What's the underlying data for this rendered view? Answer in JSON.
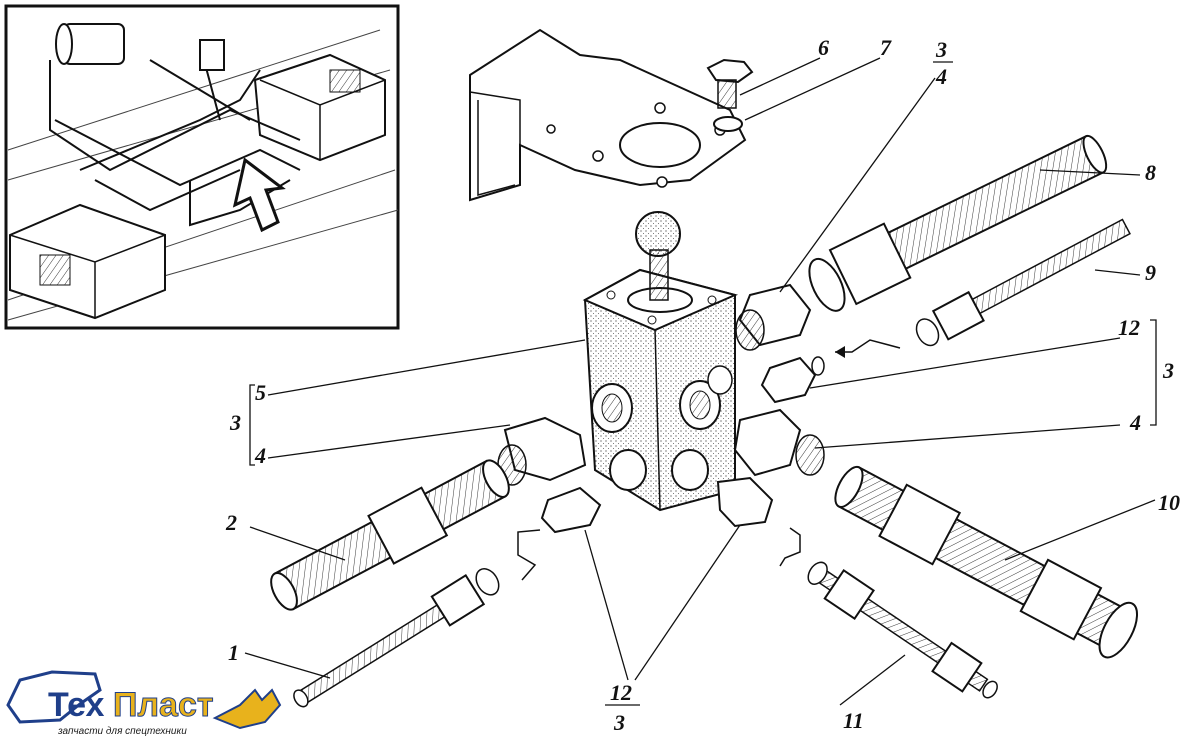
{
  "labels": {
    "l1": "1",
    "l2": "2",
    "l3a": "3",
    "l4a": "4",
    "l5": "5",
    "l6": "6",
    "l7": "7",
    "l3top": "3",
    "l4top": "4",
    "l8": "8",
    "l9": "9",
    "l12a": "12",
    "l3r": "3",
    "l4r": "4",
    "l10": "10",
    "l11": "11",
    "l12b": "12",
    "l3b": "3"
  },
  "logo": {
    "brand_prefix": "Тех",
    "brand_suffix": "Пласт",
    "tagline": "запчасти для спецтехники",
    "colors": {
      "brand": "#1f3f8a",
      "accent": "#e8b21c"
    }
  }
}
